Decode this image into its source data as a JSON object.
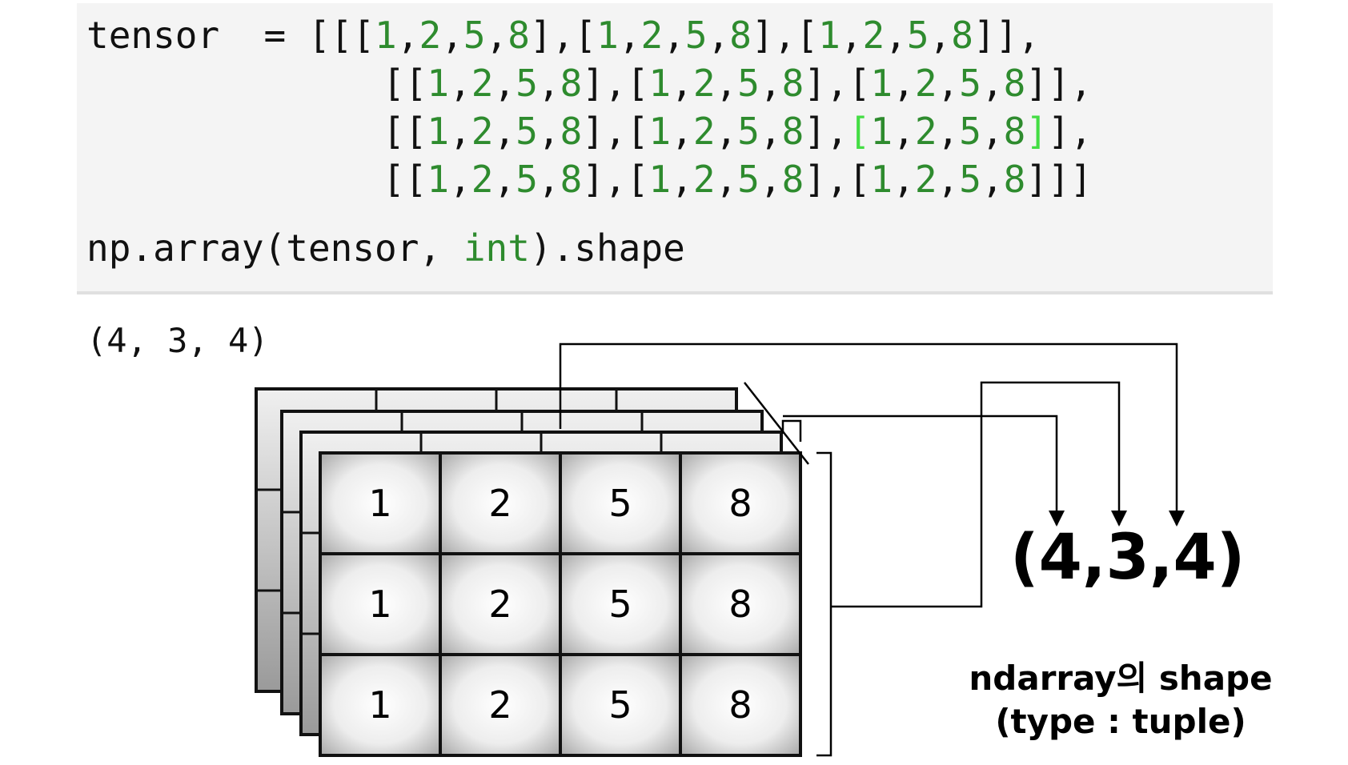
{
  "code": {
    "line1": {
      "var": "tensor",
      "spacer": "  = ",
      "parts": [
        {
          "t": "[[[",
          "c": "p"
        },
        {
          "t": "1",
          "c": "n"
        },
        {
          "t": ",",
          "c": "p"
        },
        {
          "t": "2",
          "c": "n"
        },
        {
          "t": ",",
          "c": "p"
        },
        {
          "t": "5",
          "c": "n"
        },
        {
          "t": ",",
          "c": "p"
        },
        {
          "t": "8",
          "c": "n"
        },
        {
          "t": "],[",
          "c": "p"
        },
        {
          "t": "1",
          "c": "n"
        },
        {
          "t": ",",
          "c": "p"
        },
        {
          "t": "2",
          "c": "n"
        },
        {
          "t": ",",
          "c": "p"
        },
        {
          "t": "5",
          "c": "n"
        },
        {
          "t": ",",
          "c": "p"
        },
        {
          "t": "8",
          "c": "n"
        },
        {
          "t": "],[",
          "c": "p"
        },
        {
          "t": "1",
          "c": "n"
        },
        {
          "t": ",",
          "c": "p"
        },
        {
          "t": "2",
          "c": "n"
        },
        {
          "t": ",",
          "c": "p"
        },
        {
          "t": "5",
          "c": "n"
        },
        {
          "t": ",",
          "c": "p"
        },
        {
          "t": "8",
          "c": "n"
        },
        {
          "t": "]],",
          "c": "p"
        }
      ]
    },
    "line2": {
      "parts": [
        {
          "t": "[[",
          "c": "p"
        },
        {
          "t": "1",
          "c": "n"
        },
        {
          "t": ",",
          "c": "p"
        },
        {
          "t": "2",
          "c": "n"
        },
        {
          "t": ",",
          "c": "p"
        },
        {
          "t": "5",
          "c": "n"
        },
        {
          "t": ",",
          "c": "p"
        },
        {
          "t": "8",
          "c": "n"
        },
        {
          "t": "],[",
          "c": "p"
        },
        {
          "t": "1",
          "c": "n"
        },
        {
          "t": ",",
          "c": "p"
        },
        {
          "t": "2",
          "c": "n"
        },
        {
          "t": ",",
          "c": "p"
        },
        {
          "t": "5",
          "c": "n"
        },
        {
          "t": ",",
          "c": "p"
        },
        {
          "t": "8",
          "c": "n"
        },
        {
          "t": "],[",
          "c": "p"
        },
        {
          "t": "1",
          "c": "n"
        },
        {
          "t": ",",
          "c": "p"
        },
        {
          "t": "2",
          "c": "n"
        },
        {
          "t": ",",
          "c": "p"
        },
        {
          "t": "5",
          "c": "n"
        },
        {
          "t": ",",
          "c": "p"
        },
        {
          "t": "8",
          "c": "n"
        },
        {
          "t": "]],",
          "c": "p"
        }
      ]
    },
    "line3": {
      "parts": [
        {
          "t": "[[",
          "c": "p"
        },
        {
          "t": "1",
          "c": "n"
        },
        {
          "t": ",",
          "c": "p"
        },
        {
          "t": "2",
          "c": "n"
        },
        {
          "t": ",",
          "c": "p"
        },
        {
          "t": "5",
          "c": "n"
        },
        {
          "t": ",",
          "c": "p"
        },
        {
          "t": "8",
          "c": "n"
        },
        {
          "t": "],[",
          "c": "p"
        },
        {
          "t": "1",
          "c": "n"
        },
        {
          "t": ",",
          "c": "p"
        },
        {
          "t": "2",
          "c": "n"
        },
        {
          "t": ",",
          "c": "p"
        },
        {
          "t": "5",
          "c": "n"
        },
        {
          "t": ",",
          "c": "p"
        },
        {
          "t": "8",
          "c": "n"
        },
        {
          "t": "],",
          "c": "p"
        },
        {
          "t": "[",
          "c": "h"
        },
        {
          "t": "1",
          "c": "n"
        },
        {
          "t": ",",
          "c": "p"
        },
        {
          "t": "2",
          "c": "n"
        },
        {
          "t": ",",
          "c": "p"
        },
        {
          "t": "5",
          "c": "n"
        },
        {
          "t": ",",
          "c": "p"
        },
        {
          "t": "8",
          "c": "n"
        },
        {
          "t": "]",
          "c": "h"
        },
        {
          "t": "],",
          "c": "p"
        }
      ]
    },
    "line4": {
      "parts": [
        {
          "t": "[[",
          "c": "p"
        },
        {
          "t": "1",
          "c": "n"
        },
        {
          "t": ",",
          "c": "p"
        },
        {
          "t": "2",
          "c": "n"
        },
        {
          "t": ",",
          "c": "p"
        },
        {
          "t": "5",
          "c": "n"
        },
        {
          "t": ",",
          "c": "p"
        },
        {
          "t": "8",
          "c": "n"
        },
        {
          "t": "],[",
          "c": "p"
        },
        {
          "t": "1",
          "c": "n"
        },
        {
          "t": ",",
          "c": "p"
        },
        {
          "t": "2",
          "c": "n"
        },
        {
          "t": ",",
          "c": "p"
        },
        {
          "t": "5",
          "c": "n"
        },
        {
          "t": ",",
          "c": "p"
        },
        {
          "t": "8",
          "c": "n"
        },
        {
          "t": "],[",
          "c": "p"
        },
        {
          "t": "1",
          "c": "n"
        },
        {
          "t": ",",
          "c": "p"
        },
        {
          "t": "2",
          "c": "n"
        },
        {
          "t": ",",
          "c": "p"
        },
        {
          "t": "5",
          "c": "n"
        },
        {
          "t": ",",
          "c": "p"
        },
        {
          "t": "8",
          "c": "n"
        },
        {
          "t": "]]]",
          "c": "p"
        }
      ]
    },
    "line5": {
      "prefix": "np.array(tensor, ",
      "keyword": "int",
      "suffix": ").shape"
    }
  },
  "output": "(4, 3, 4)",
  "diagram": {
    "layers": 4,
    "rows": 3,
    "cols": 4,
    "front_values": [
      [
        "1",
        "2",
        "5",
        "8"
      ],
      [
        "1",
        "2",
        "5",
        "8"
      ],
      [
        "1",
        "2",
        "5",
        "8"
      ]
    ]
  },
  "shape_label": "(4,3,4)",
  "caption_line1": "ndarray의 shape",
  "caption_line2": "(type : tuple)",
  "colors": {
    "number": "#2e8b2e",
    "keyword": "#2e8b2e",
    "highlight_bracket": "#44dd44",
    "cell_border": "#111111"
  }
}
